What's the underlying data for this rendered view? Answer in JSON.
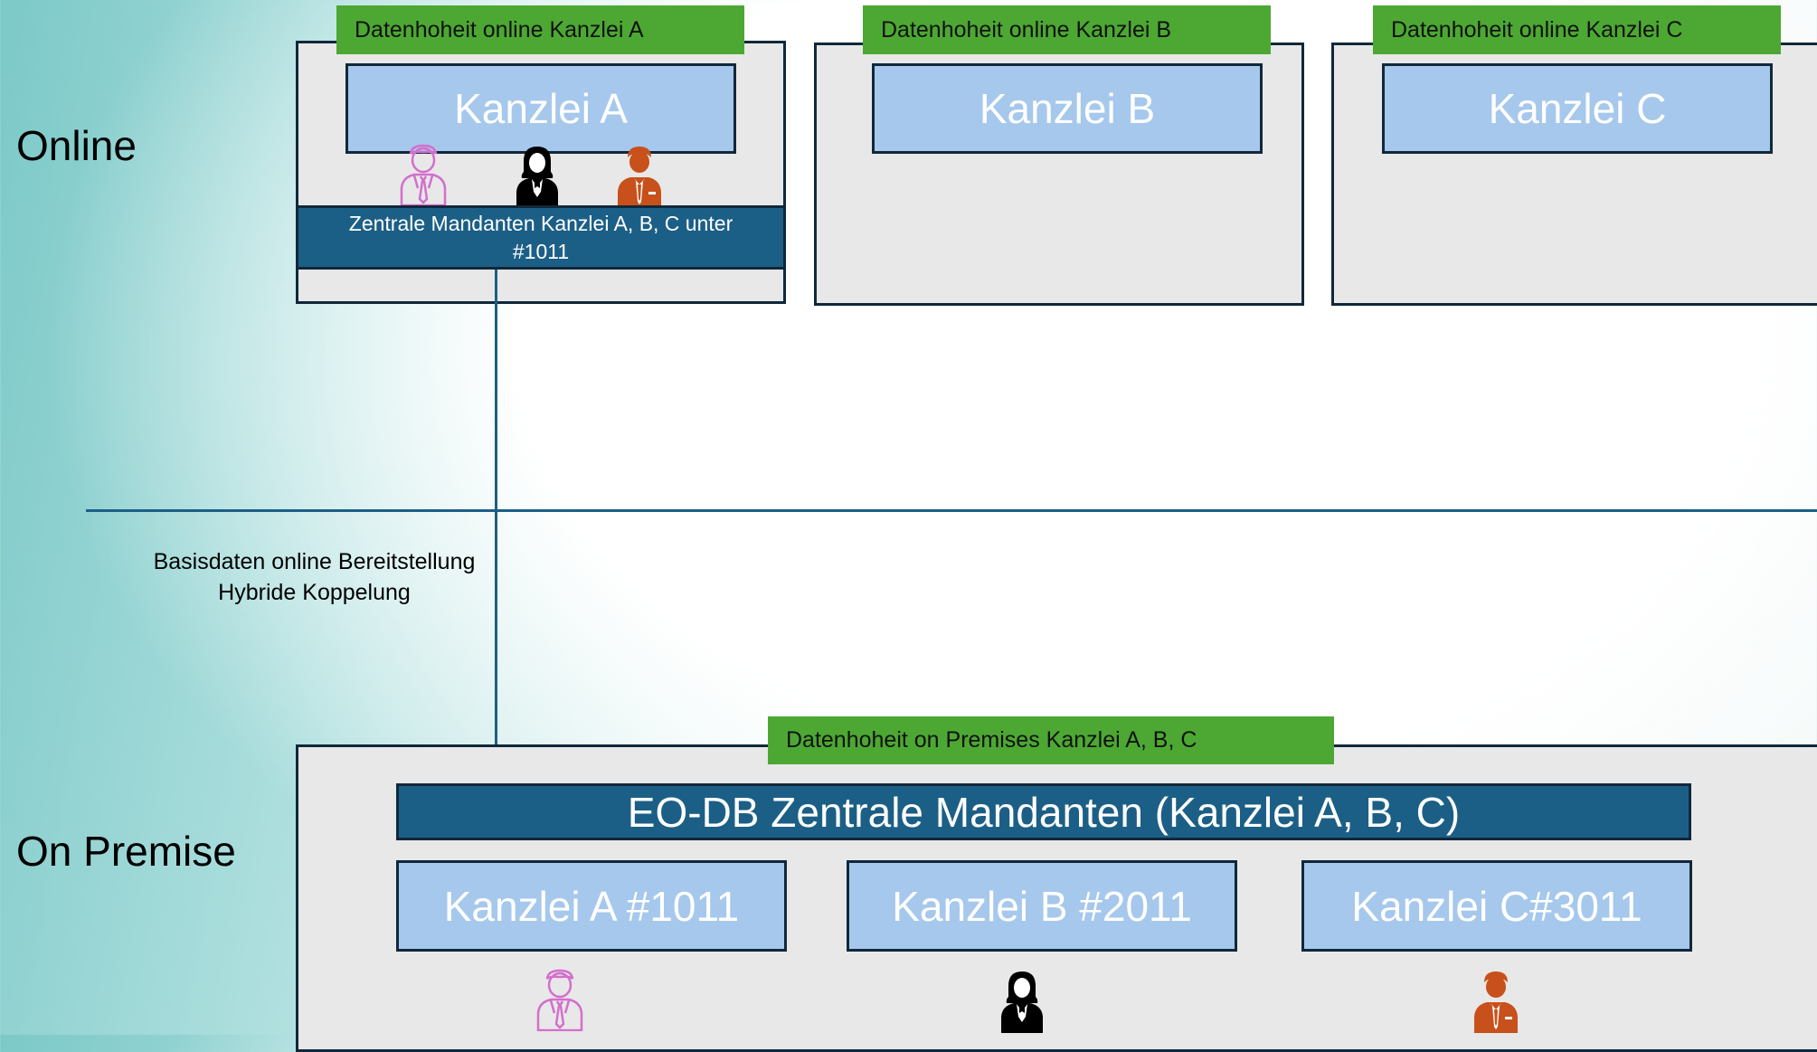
{
  "rows": {
    "online_label": "Online",
    "on_premise_label": "On Premise"
  },
  "online": {
    "panels": [
      {
        "tab": "Datenhoheit online Kanzlei A",
        "name": "Kanzlei A"
      },
      {
        "tab": "Datenhoheit online Kanzlei B",
        "name": "Kanzlei B"
      },
      {
        "tab": "Datenhoheit online Kanzlei C",
        "name": "Kanzlei C"
      }
    ],
    "central_bar": {
      "line1": "Zentrale Mandanten Kanzlei A, B, C unter",
      "line2": "#1011"
    }
  },
  "connection": {
    "line1": "Basisdaten online Bereitstellung",
    "line2": "Hybride Koppelung"
  },
  "on_premise": {
    "tab": "Datenhoheit on Premises Kanzlei A, B, C",
    "db_bar": "EO-DB Zentrale Mandanten (Kanzlei A, B, C)",
    "kanzleien": [
      "Kanzlei A #1011",
      "Kanzlei B #2011",
      "Kanzlei C#3011"
    ]
  },
  "colors": {
    "green_tab": "#4ca832",
    "kanzlei_box": "#a6c8ec",
    "dark_bar": "#1c5f86",
    "panel": "#e8e8e8",
    "person_outline": "#d36fcd",
    "person_black": "#000000",
    "person_orange": "#c8501a"
  },
  "icons": [
    "person-outline-icon",
    "person-black-icon",
    "person-orange-icon"
  ]
}
